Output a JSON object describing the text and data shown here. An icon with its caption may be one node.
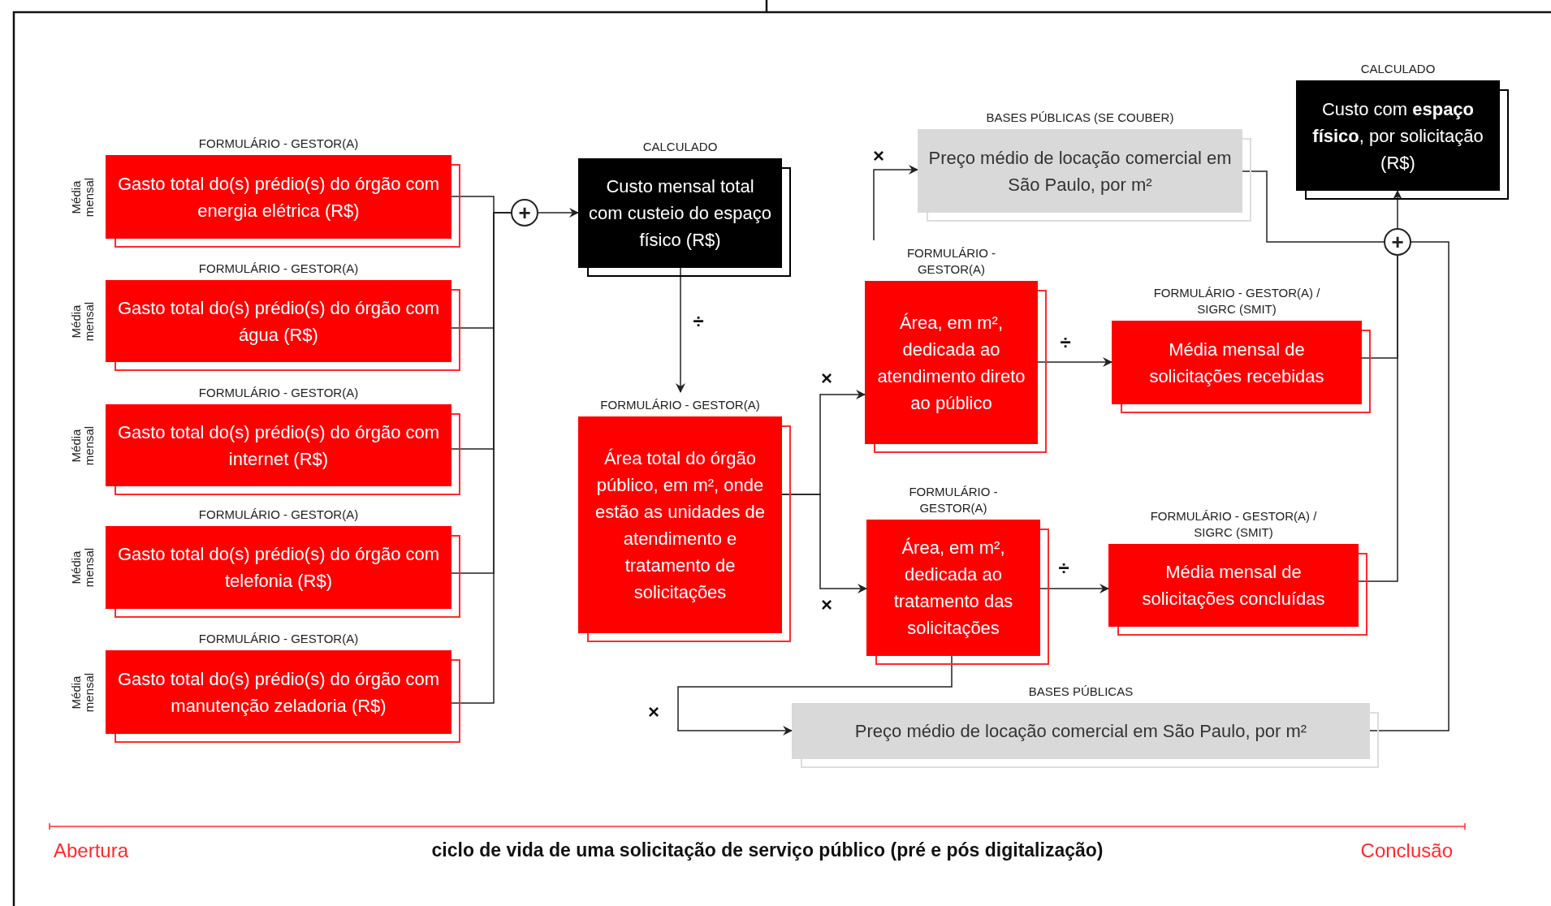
{
  "diagram": {
    "nodes": [
      {
        "text": [
          "FORMULÁRIO - GESTOR(A)",
          "Gasto total do(s) prédio(s) do órgão com energia elétrica (R$)"
        ],
        "beside": [
          "Média mensal"
        ]
      },
      {
        "text": [
          "FORMULÁRIO - GESTOR(A)",
          "Gasto total do(s) prédio(s) do órgão com água (R$)"
        ],
        "beside": [
          "Média mensal"
        ]
      },
      {
        "text": [
          "FORMULÁRIO - GESTOR(A)",
          "Gasto total do(s) prédio(s) do órgão com internet (R$)"
        ],
        "beside": [
          "Média mensal"
        ]
      },
      {
        "text": [
          "FORMULÁRIO - GESTOR(A)",
          "Gasto total do(s) prédio(s) do órgão com telefonia (R$)"
        ],
        "beside": [
          "Média mensal"
        ]
      },
      {
        "text": [
          "FORMULÁRIO - GESTOR(A)",
          "Gasto total do(s) prédio(s) do órgão com manutenção zeladoria (R$)"
        ],
        "beside": [
          "Média mensal"
        ]
      },
      {
        "text": [
          "+"
        ]
      },
      {
        "text": [
          "CALCULADO",
          "Custo mensal total com custeio do espaço físico (R$)"
        ]
      },
      {
        "text": [
          "FORMULÁRIO - GESTOR(A)",
          "Área total do órgão público, em m², onde estão as unidades de atendimento e tratamento de solicitações"
        ]
      },
      {
        "text": [
          "BASES PÚBLICAS (SE COUBER)",
          "Preço médio de locação comercial em São Paulo, por m²"
        ]
      },
      {
        "text": [
          "FORMULÁRIO - GESTOR(A)",
          "Área, em m², dedicada ao atendimento direto ao público"
        ]
      },
      {
        "text": [
          "FORMULÁRIO - GESTOR(A)",
          "Área, em m², dedicada ao tratamento das solicitações"
        ]
      },
      {
        "text": [
          "FORMULÁRIO - GESTOR(A) / SIGRC (SMIT)",
          "Média mensal de solicitações recebidas"
        ]
      },
      {
        "text": [
          "FORMULÁRIO - GESTOR(A) / SIGRC (SMIT)",
          "Média mensal de solicitações concluídas"
        ]
      },
      {
        "text": [
          "BASES PÚBLICAS",
          "Preço médio de locação comercial em São Paulo, por m²"
        ]
      },
      {
        "text": [
          "+"
        ]
      },
      {
        "text": [
          "CALCULADO",
          "Custo com **espaço físico**, por solicitação (R$)"
        ]
      }
    ],
    "edges": [
      {
        "from": 0,
        "to": 5,
        "arrow": "none"
      },
      {
        "from": 1,
        "to": 5,
        "arrow": "none"
      },
      {
        "from": 2,
        "to": 5,
        "arrow": "none"
      },
      {
        "from": 3,
        "to": 5,
        "arrow": "none"
      },
      {
        "from": 4,
        "to": 5,
        "arrow": "none"
      },
      {
        "from": 5,
        "to": 6,
        "arrow": "to"
      },
      {
        "from": 6,
        "to": 7,
        "arrow": "to",
        "label": "÷"
      },
      {
        "from": 7,
        "to": 9,
        "arrow": "to",
        "label": "×"
      },
      {
        "from": 7,
        "to": 10,
        "arrow": "to",
        "label": "×"
      },
      {
        "from": 9,
        "to": 8,
        "arrow": "to",
        "label": "×"
      },
      {
        "from": 9,
        "to": 11,
        "arrow": "to",
        "label": "÷"
      },
      {
        "from": 10,
        "to": 12,
        "arrow": "to",
        "label": "÷"
      },
      {
        "from": 10,
        "to": 13,
        "arrow": "to",
        "label": "×"
      },
      {
        "from": 8,
        "to": 14,
        "arrow": "none"
      },
      {
        "from": 11,
        "to": 14,
        "arrow": "none"
      },
      {
        "from": 12,
        "to": 14,
        "arrow": "none"
      },
      {
        "from": 13,
        "to": 14,
        "arrow": "none"
      },
      {
        "from": 14,
        "to": 15,
        "arrow": "to"
      }
    ],
    "labels": [
      "Abertura",
      "ciclo de vida de uma solicitação de serviço público (pré e pós digitalização)",
      "Conclusão"
    ]
  }
}
